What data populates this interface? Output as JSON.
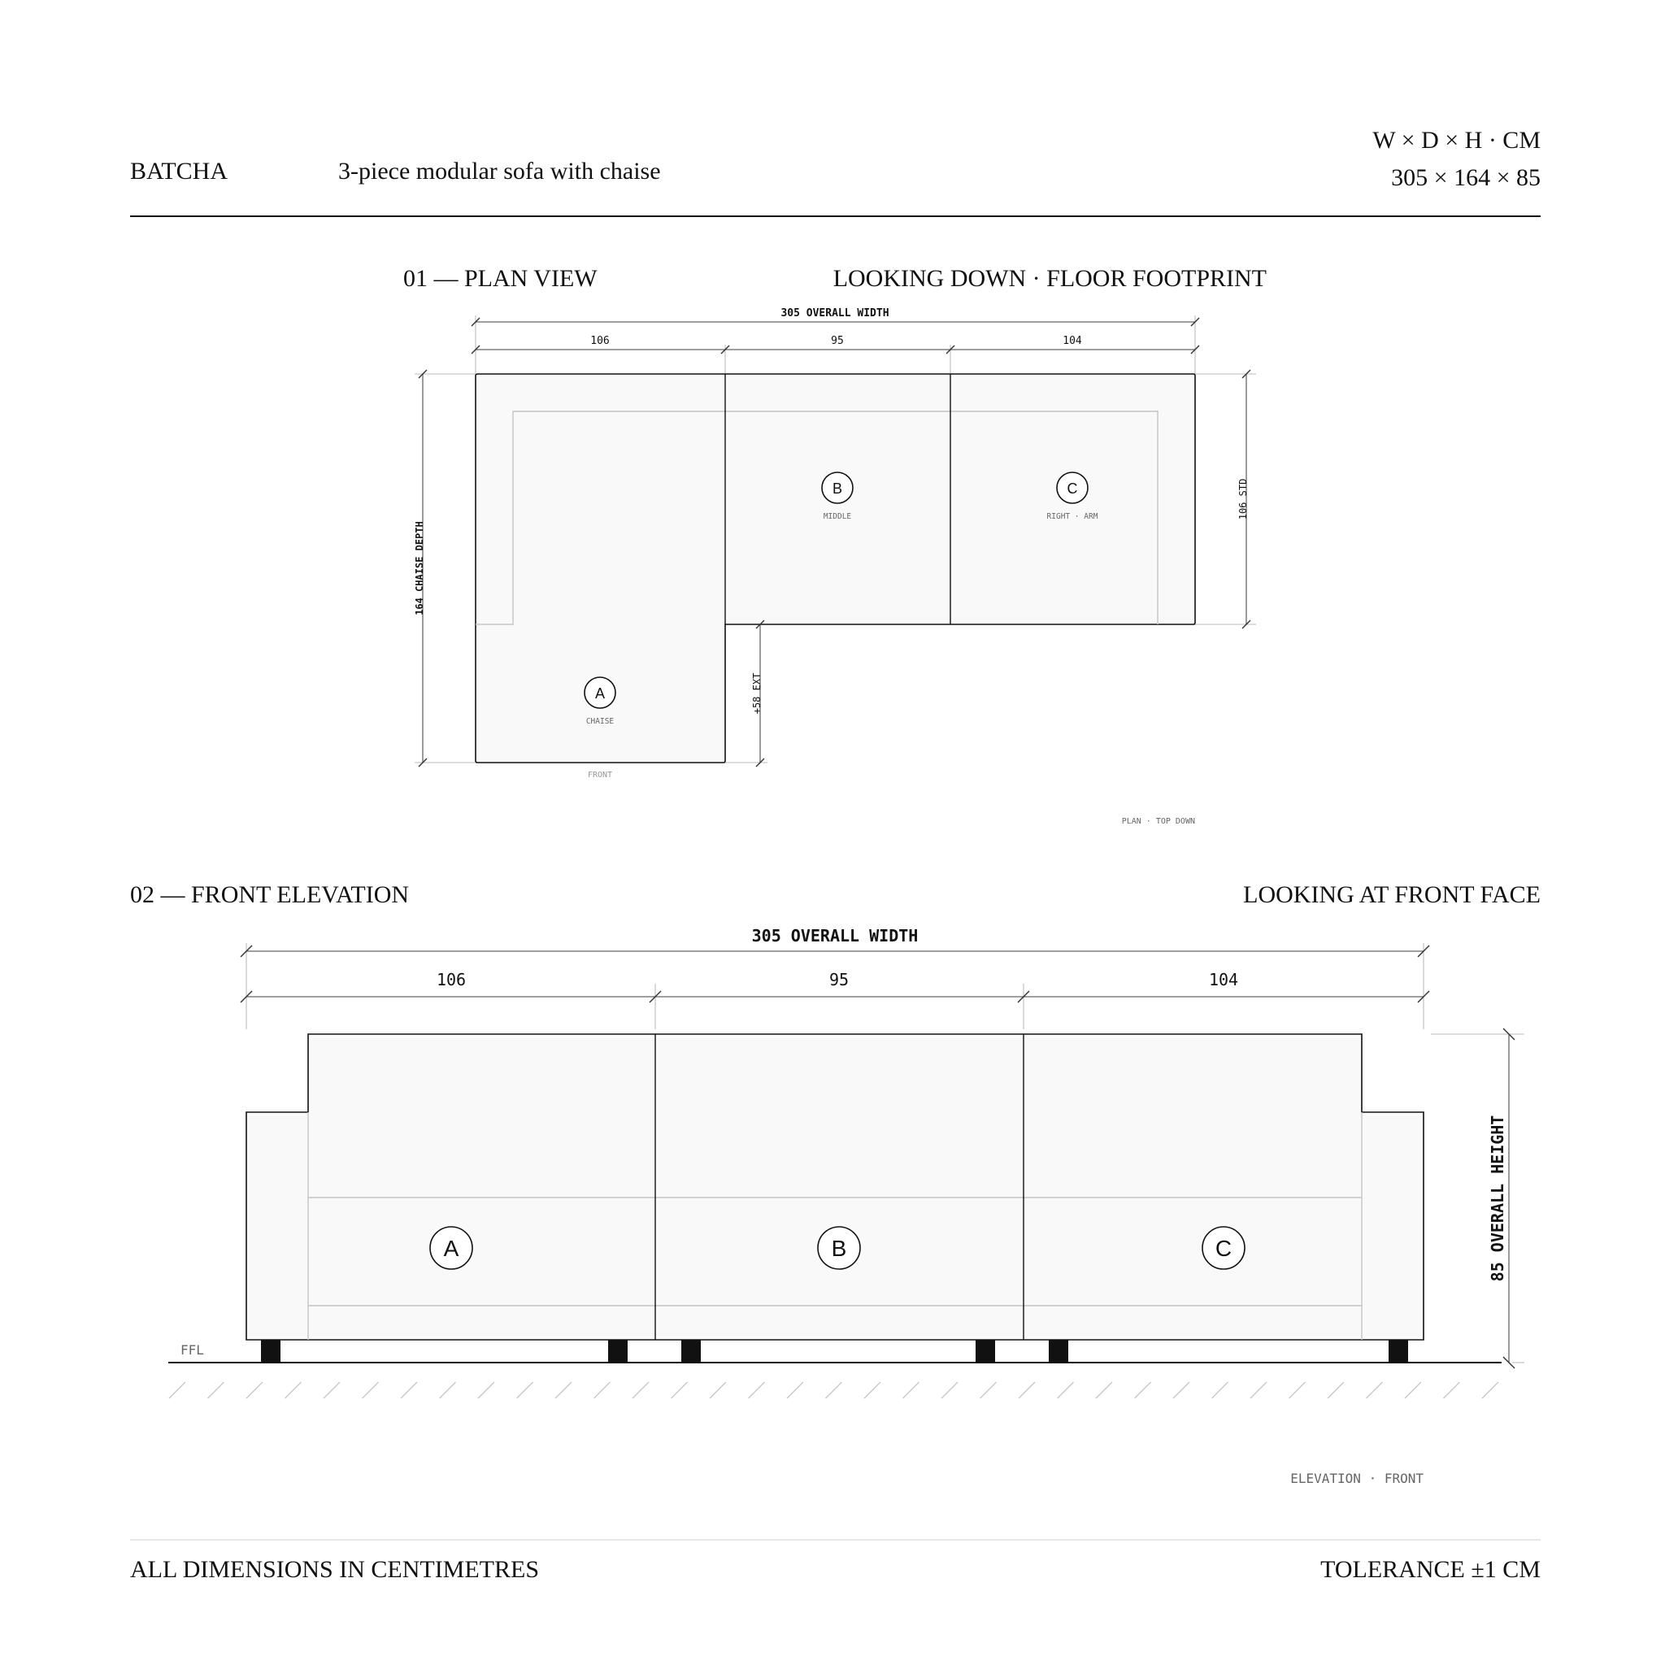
{
  "header": {
    "brand": "BATCHA",
    "subtitle": "3-piece modular sofa with chaise",
    "dims_label": "W × D × H · CM",
    "dims_value": "305 × 164 × 85"
  },
  "plan": {
    "title": "01 — PLAN VIEW",
    "caption": "LOOKING DOWN · FLOOR FOOTPRINT",
    "overall_label": "305 OVERALL WIDTH",
    "seg_labels": [
      "106",
      "95",
      "104"
    ],
    "depth_label": "164 CHAISE DEPTH",
    "std_label": "106 STD",
    "ext_label": "+58 EXT",
    "front_label": "FRONT",
    "corner_label": "PLAN · TOP DOWN",
    "modules": [
      {
        "letter": "A",
        "name": "CHAISE"
      },
      {
        "letter": "B",
        "name": "MIDDLE"
      },
      {
        "letter": "C",
        "name": "RIGHT · ARM"
      }
    ]
  },
  "elevation": {
    "title": "02 — FRONT ELEVATION",
    "caption": "LOOKING AT FRONT FACE",
    "overall_label": "305 OVERALL WIDTH",
    "seg_labels": [
      "106",
      "95",
      "104"
    ],
    "height_label": "85 OVERALL HEIGHT",
    "ffl_label": "FFL",
    "corner_label": "ELEVATION · FRONT",
    "modules": [
      "A",
      "B",
      "C"
    ]
  },
  "footer": {
    "left": "ALL DIMENSIONS IN CENTIMETRES",
    "right": "TOLERANCE ±1 CM"
  }
}
